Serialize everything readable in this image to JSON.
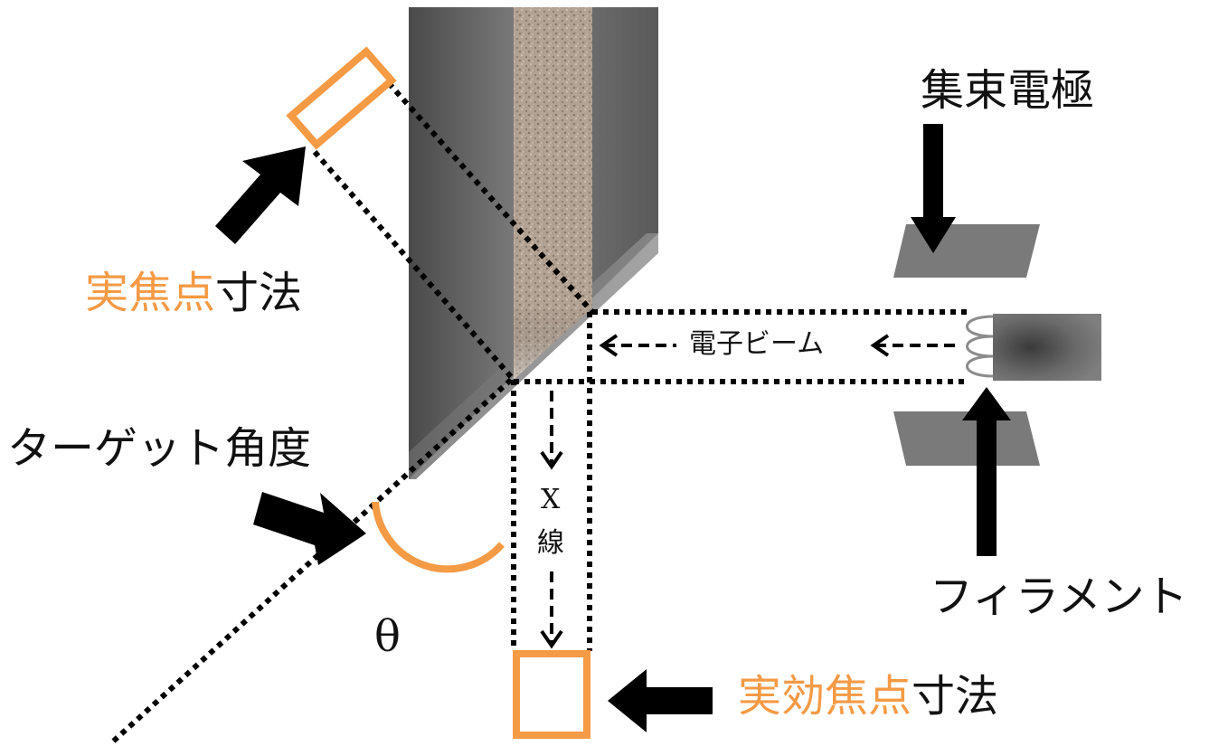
{
  "labels": {
    "focusing_electrode": "集束電極",
    "filament": "フィラメント",
    "target_angle": "ターゲット角度",
    "theta": "θ",
    "electron_beam": "電子ビーム",
    "xray_x": "X",
    "xray_line": "線",
    "actual_focal_spot": {
      "highlight": "実焦点",
      "rest": "寸法"
    },
    "effective_focal_spot": {
      "highlight": "実効焦点",
      "rest": "寸法"
    }
  },
  "colors": {
    "accent": "#f59a45",
    "anode_dark": "#5e5e5e",
    "anode_light": "#8a8a8a",
    "target": "#b8a89a",
    "electrode": "#7a7a7a",
    "arrow": "#000000",
    "text": "#111111"
  }
}
